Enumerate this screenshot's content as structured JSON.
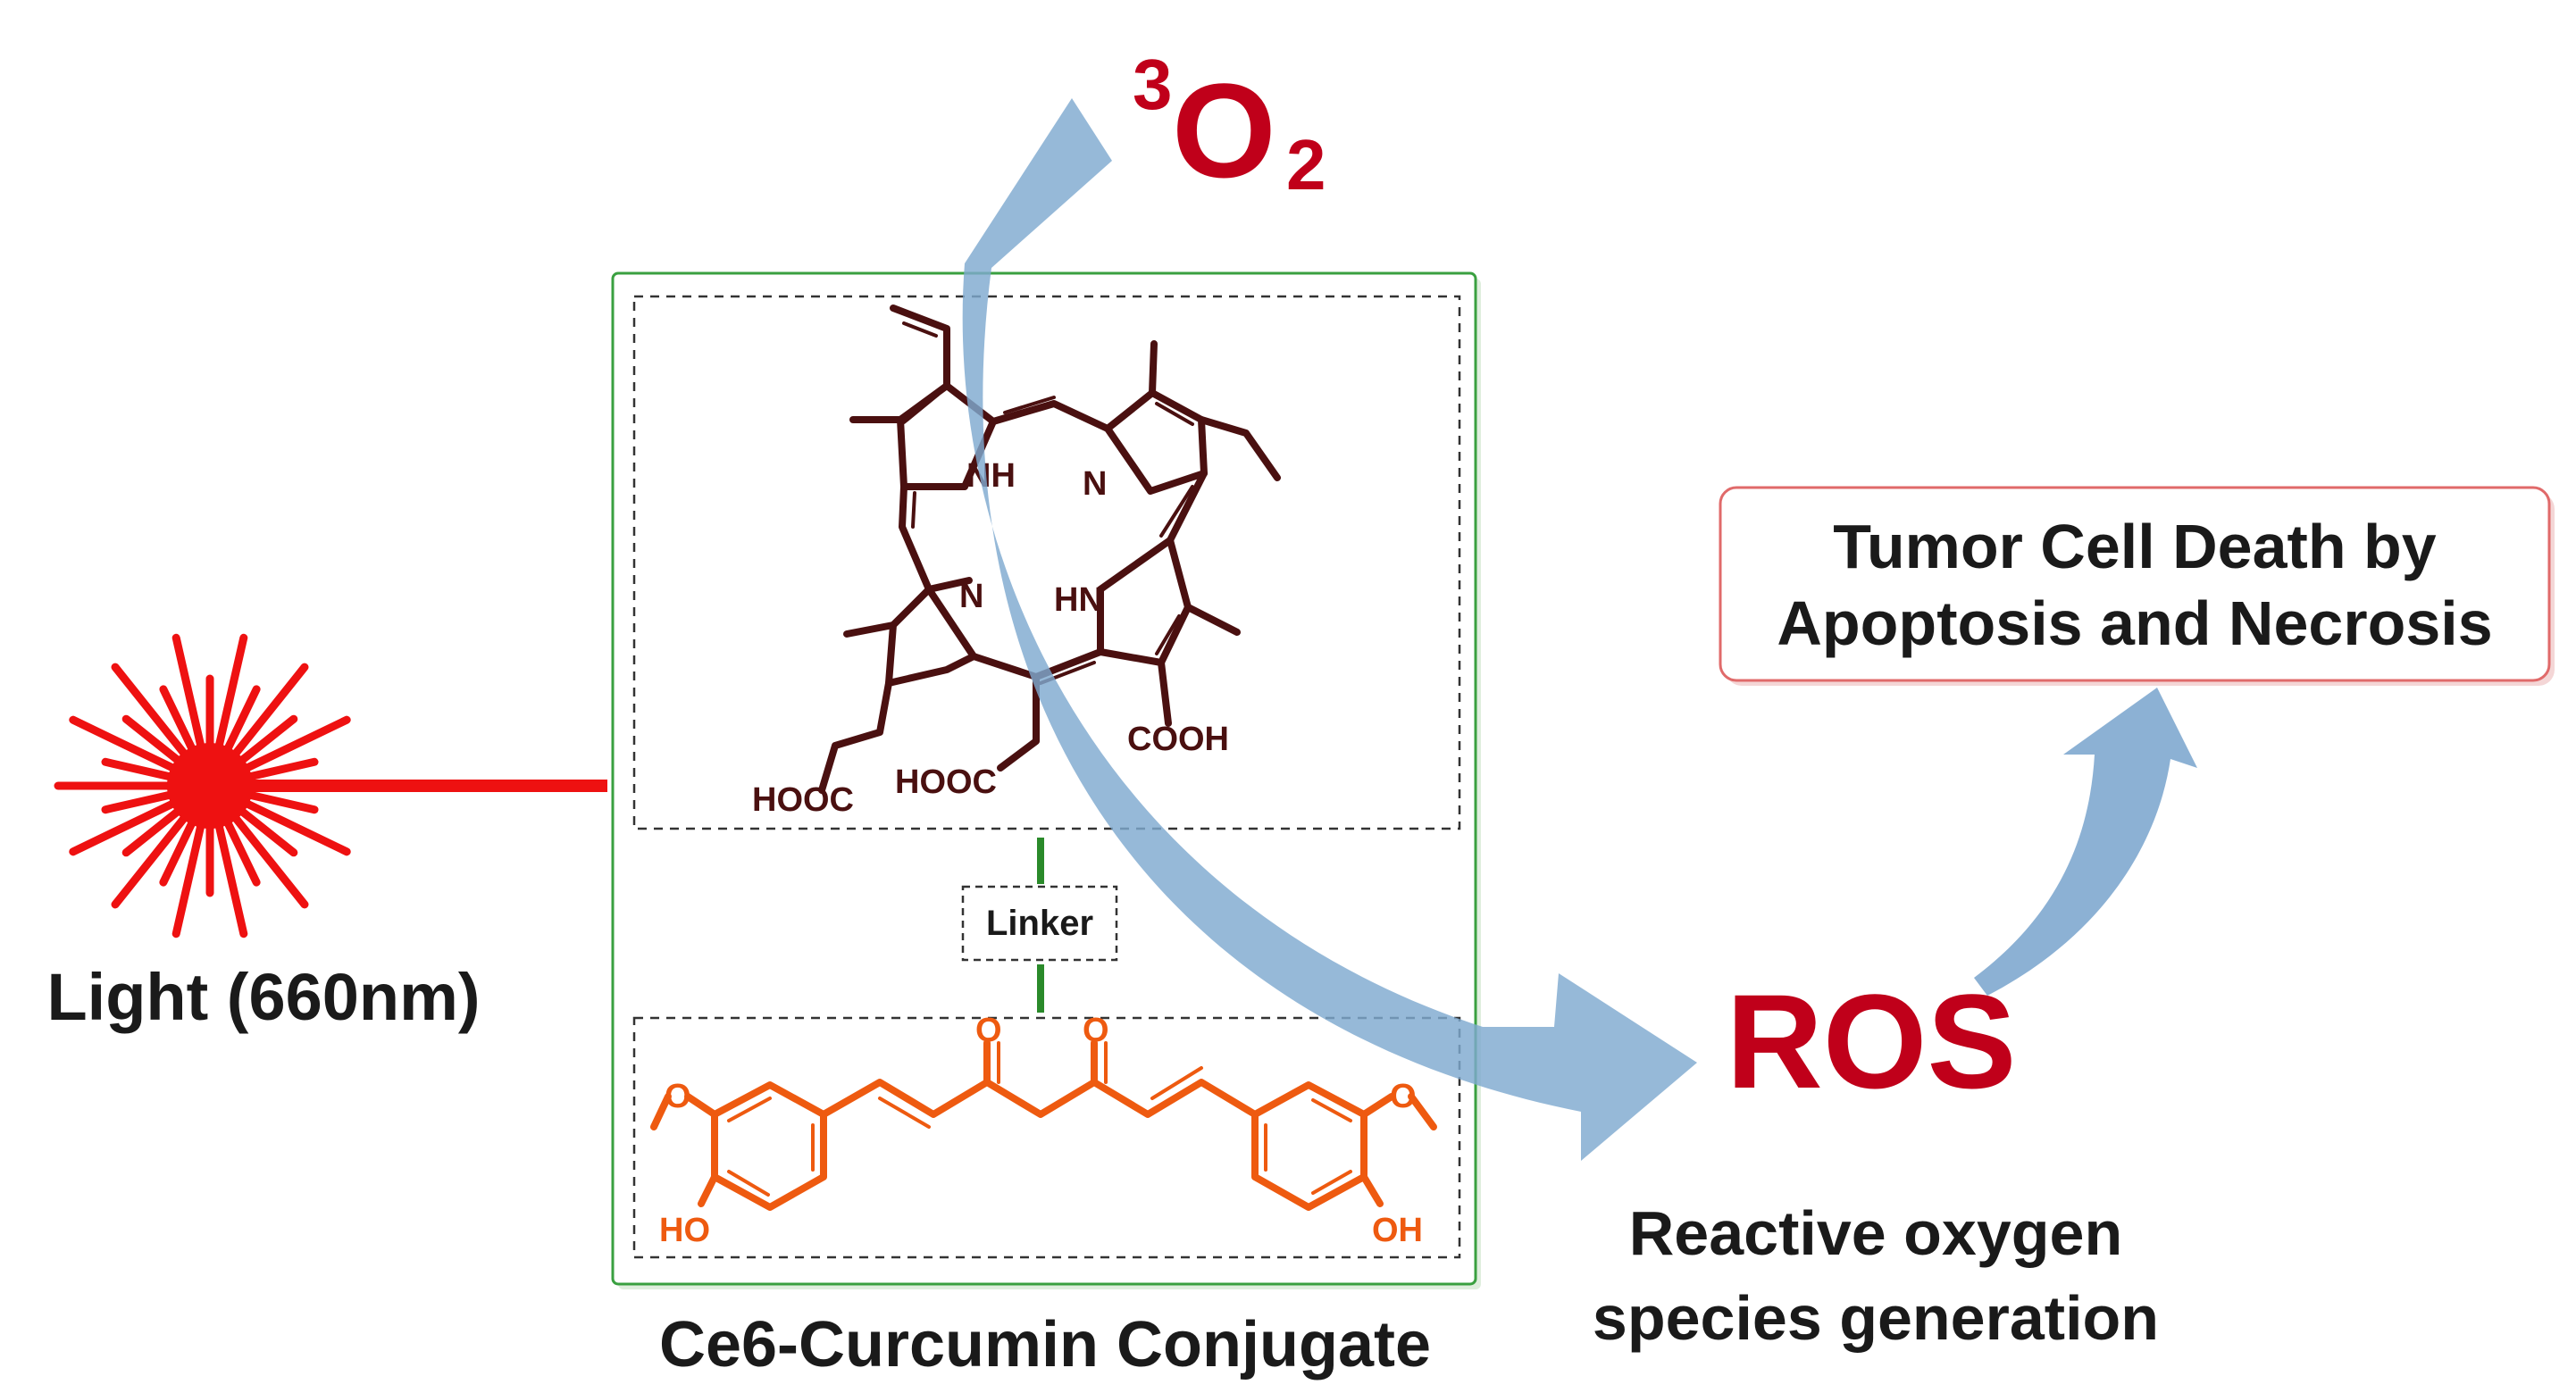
{
  "light": {
    "label": "Light (660nm)"
  },
  "oxygen": {
    "superscript": "3",
    "main": "O",
    "subscript": "2"
  },
  "conjugate": {
    "label": "Ce6-Curcumin Conjugate",
    "linker_label": "Linker",
    "ce6_atoms": {
      "nh_top": "NH",
      "n_top": "N",
      "n_bottom": "N",
      "hn_bottom": "HN",
      "hooc_left": "HOOC",
      "hooc_mid": "HOOC",
      "cooh": "COOH"
    },
    "curcumin_atoms": {
      "o_left": "O",
      "o_right": "O",
      "o_methoxy_left": "O",
      "o_methoxy_right": "O",
      "ho": "HO",
      "oh": "OH"
    }
  },
  "ros": {
    "label": "ROS",
    "caption_line1": "Reactive oxygen",
    "caption_line2": "species generation"
  },
  "outcome": {
    "line1": "Tumor Cell Death by",
    "line2": "Apoptosis and Necrosis"
  },
  "colors": {
    "red": "#ee1111",
    "dark_red": "#c0001a",
    "ce6": "#4a1010",
    "curcumin": "#ee5a10",
    "green": "#3aa040",
    "arrow_blue": "#7fa9cf"
  }
}
